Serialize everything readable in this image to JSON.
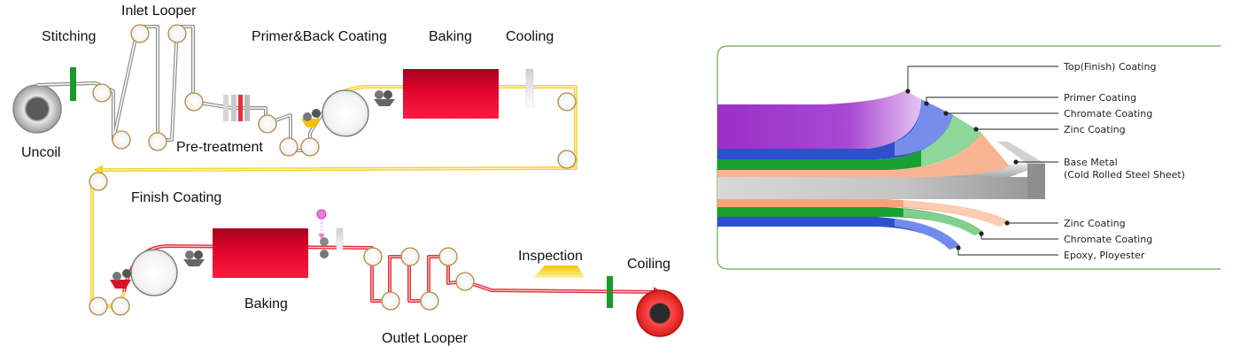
{
  "process": {
    "stitching": "Stitching",
    "inlet_looper": "Inlet Looper",
    "primer_back_coating": "Primer&Back Coating",
    "baking_top": "Baking",
    "cooling": "Cooling",
    "uncoil": "Uncoil",
    "pre_treatment": "Pre-treatment",
    "finish_coating": "Finish Coating",
    "baking_bottom": "Baking",
    "inspection": "Inspection",
    "coiling": "Coiling",
    "outlet_looper": "Outlet Looper"
  },
  "layers": {
    "top_finish": "Top(Finish) Coating",
    "primer": "Primer Coating",
    "chromate_top": "Chromate Coating",
    "zinc_top": "Zinc Coating",
    "base_metal": "Base Metal",
    "base_metal_sub": "(Cold Rolled Steel Sheet)",
    "zinc_bottom": "Zinc Coating",
    "chromate_bottom": "Chromate Coating",
    "epoxy": "Epoxy, Ployester"
  },
  "colors": {
    "strip_gray": "#8c8c8c",
    "strip_yellow": "#f2d23a",
    "strip_red": "#e0303a",
    "oven": "#e0002a",
    "stitch_green": "#1a9a2a",
    "purple": "#9a30c8",
    "blue": "#2d4fd0",
    "green": "#1aa030",
    "peach": "#f6a27a",
    "steel": "#b8b8b8"
  }
}
